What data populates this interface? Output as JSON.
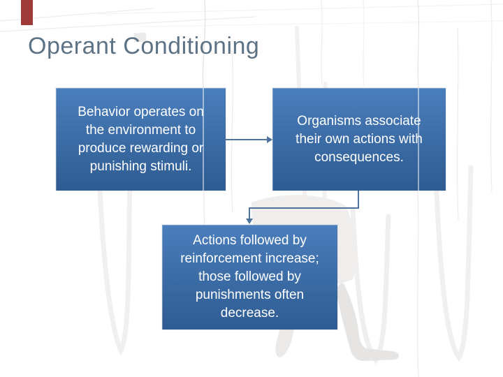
{
  "slide": {
    "title": "Operant Conditioning",
    "colors": {
      "background": "#ffffff",
      "title_text": "#5d7385",
      "accent_bar": "#9e3a38",
      "box_top": "#4a7ebc",
      "box_bottom": "#2e5b91",
      "box_text": "#ffffff",
      "connector": "#4e739e"
    }
  },
  "diagram": {
    "boxes": [
      {
        "id": "behavior",
        "text": "Behavior operates on the environment to produce rewarding or punishing stimuli.",
        "lines": [
          "Behavior operates on",
          "the environment to",
          "produce rewarding or",
          "punishing stimuli."
        ]
      },
      {
        "id": "organisms",
        "text": "Organisms associate their own actions with consequences.",
        "lines": [
          "Organisms associate",
          "their own actions with",
          "consequences."
        ]
      },
      {
        "id": "actions",
        "text": "Actions followed by reinforcement increase; those followed by punishments often decrease.",
        "lines": [
          "Actions followed by",
          "reinforcement increase;",
          "those followed by",
          "punishments often",
          "decrease."
        ]
      }
    ],
    "connections": [
      {
        "from": "behavior",
        "to": "organisms",
        "type": "arrow-right"
      },
      {
        "from": "organisms",
        "to": "actions",
        "type": "elbow-arrow-down"
      }
    ]
  }
}
